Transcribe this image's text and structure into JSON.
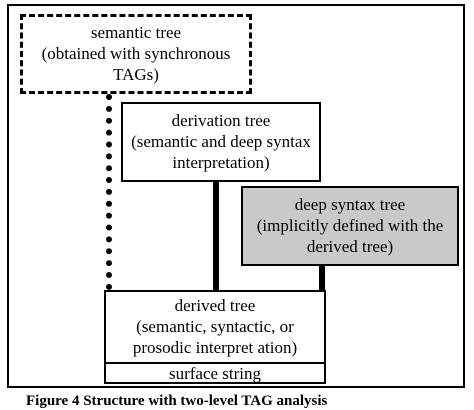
{
  "diagram": {
    "semantic_tree": {
      "lines": [
        "semantic tree",
        "(obtained with synchronous",
        "TAGs)"
      ]
    },
    "derivation_tree": {
      "lines": [
        "derivation tree",
        "(semantic and deep syntax",
        "interpretation)"
      ]
    },
    "deep_syntax_tree": {
      "lines": [
        "deep syntax tree",
        "(implicitly defined with the",
        "derived tree)"
      ]
    },
    "derived_tree": {
      "lines": [
        "derived tree",
        "(semantic, syntactic, or",
        "prosodic interpret   ation)"
      ],
      "surface_label": "surface string"
    },
    "caption": "Figure 4 Structure with two-level TAG analysis"
  }
}
